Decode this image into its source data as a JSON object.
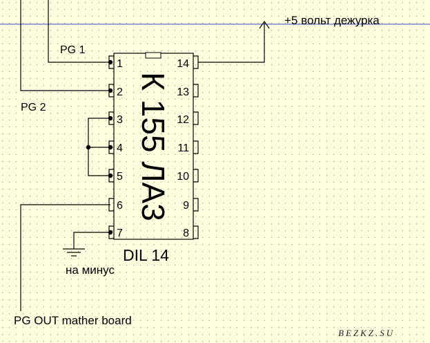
{
  "chip": {
    "name": "К 155 ЛА3",
    "package": "DIL 14",
    "left_pins": [
      "1",
      "2",
      "3",
      "4",
      "5",
      "6",
      "7"
    ],
    "right_pins": [
      "14",
      "13",
      "12",
      "11",
      "10",
      "9",
      "8"
    ]
  },
  "labels": {
    "pg1": "PG 1",
    "pg2": "PG 2",
    "vcc": "+5 вольт дежурка",
    "ground": "на минус",
    "pg_out": "PG OUT mather board"
  },
  "watermark": "BEZKZ.SU",
  "colors": {
    "background": "#ffffe0",
    "grid_dot": "#9a9a9a",
    "wire": "#000000",
    "guide_line": "#3a4bd0"
  }
}
